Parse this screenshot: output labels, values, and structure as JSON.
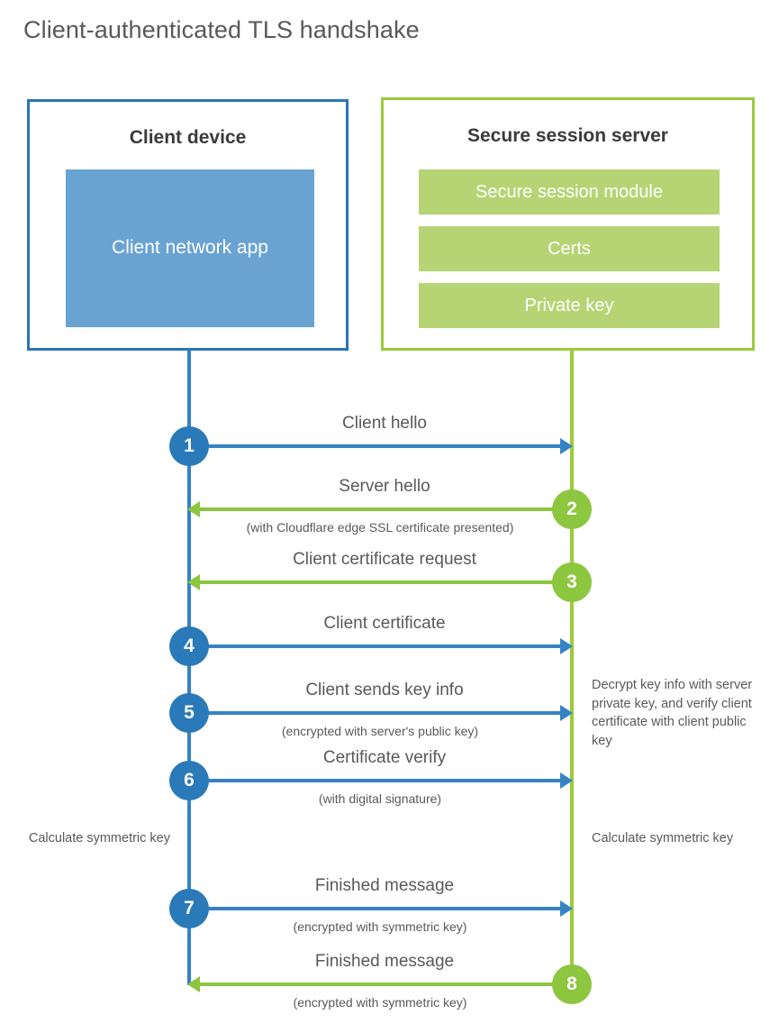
{
  "title": "Client-authenticated TLS handshake",
  "colors": {
    "client_border": "#2b74b8",
    "client_fill": "#69a3d2",
    "client_line": "#3583c4",
    "client_badge": "#2a7ab9",
    "server_border": "#9bcb3b",
    "server_fill": "#b6d474",
    "server_line": "#8dc63f",
    "server_badge": "#8dc63f",
    "text": "#58595b"
  },
  "client": {
    "title": "Client device",
    "app_label": "Client network app"
  },
  "server": {
    "title": "Secure session server",
    "components": [
      "Secure session module",
      "Certs",
      "Private key"
    ]
  },
  "steps": [
    {
      "number": "1",
      "direction": "to-server",
      "label": "Client hello",
      "sublabel": ""
    },
    {
      "number": "2",
      "direction": "to-client",
      "label": "Server hello",
      "sublabel": "(with Cloudflare edge SSL certificate presented)"
    },
    {
      "number": "3",
      "direction": "to-client",
      "label": "Client certificate request",
      "sublabel": ""
    },
    {
      "number": "4",
      "direction": "to-server",
      "label": "Client certificate",
      "sublabel": ""
    },
    {
      "number": "5",
      "direction": "to-server",
      "label": "Client sends key info",
      "sublabel": "(encrypted with server's public key)"
    },
    {
      "number": "6",
      "direction": "to-server",
      "label": "Certificate verify",
      "sublabel": "(with digital signature)"
    },
    {
      "number": "7",
      "direction": "to-server",
      "label": "Finished message",
      "sublabel": "(encrypted with symmetric key)"
    },
    {
      "number": "8",
      "direction": "to-client",
      "label": "Finished message",
      "sublabel": "(encrypted with symmetric key)"
    }
  ],
  "notes": {
    "decrypt": "Decrypt key info with server private key, and verify client certificate with client public key",
    "calculate_client": "Calculate symmetric key",
    "calculate_server": "Calculate symmetric key"
  }
}
